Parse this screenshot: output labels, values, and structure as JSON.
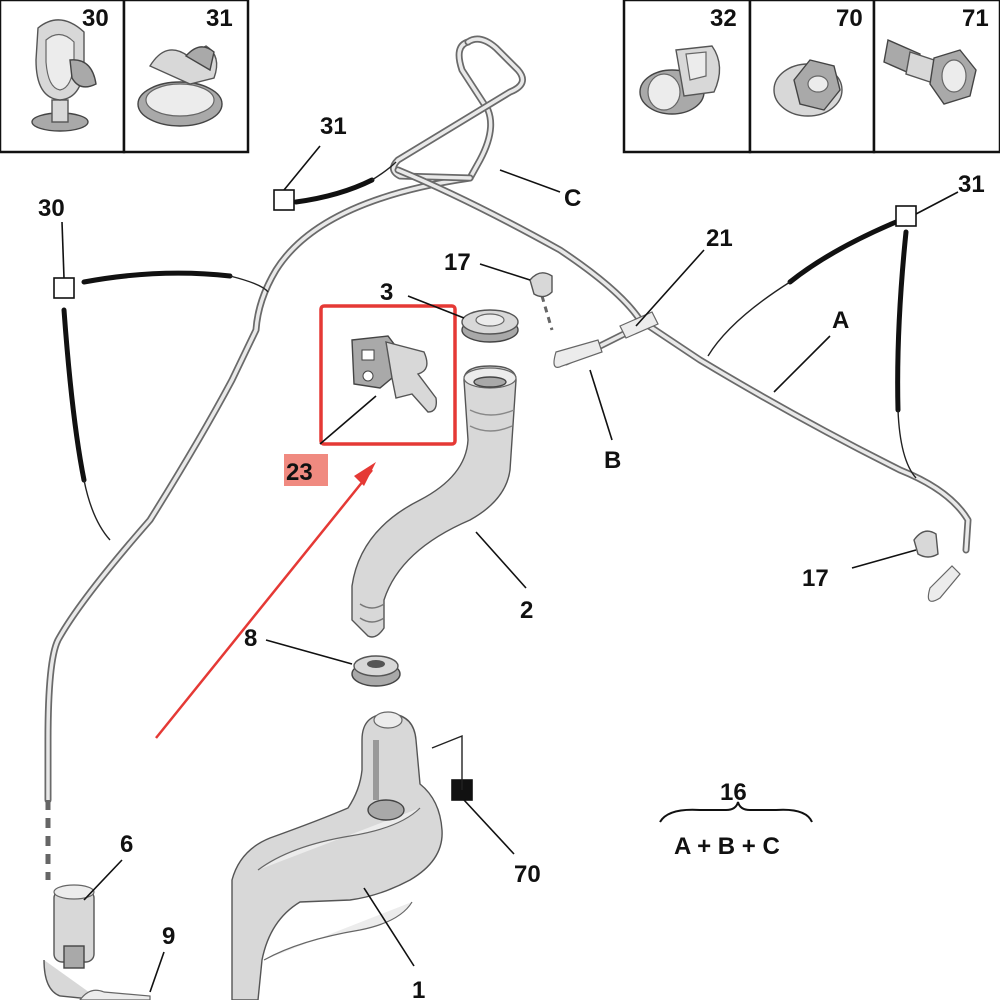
{
  "callouts": {
    "inset_30": "30",
    "inset_31": "31",
    "inset_32": "32",
    "inset_70": "70",
    "inset_71": "71",
    "c31_left": "31",
    "c30_left": "30",
    "c31_right": "31",
    "c17_top": "17",
    "c17_bottom": "17",
    "c3": "3",
    "c21": "21",
    "cA": "A",
    "cB": "B",
    "cC": "C",
    "c23": "23",
    "c2": "2",
    "c8": "8",
    "c70": "70",
    "c6": "6",
    "c9": "9",
    "c1": "1"
  },
  "kit": {
    "number": "16",
    "formula": "A + B + C"
  },
  "colors": {
    "highlight": "#e53935",
    "highlight_fill": "#f08a80",
    "line": "#111111"
  }
}
